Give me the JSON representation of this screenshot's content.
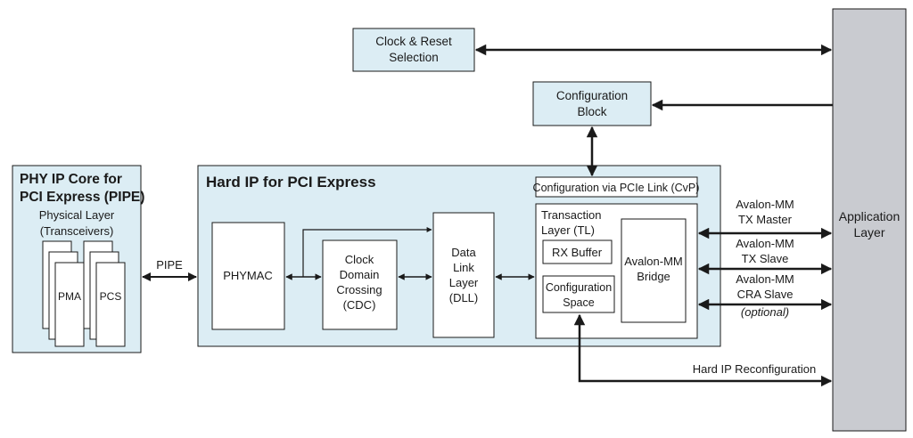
{
  "colors": {
    "light_blue": "#dcedf4",
    "gray_bar": "#c9cbd0",
    "stroke": "#1a1a1a",
    "white": "#ffffff"
  },
  "clock_reset": {
    "line1": "Clock & Reset",
    "line2": "Selection"
  },
  "config_block": {
    "line1": "Configuration",
    "line2": "Block"
  },
  "phy_core": {
    "title_line1": "PHY IP Core for",
    "title_line2": "PCI Express (PIPE)",
    "sub_line1": "Physical Layer",
    "sub_line2": "(Transceivers)",
    "pma": "PMA",
    "pcs": "PCS"
  },
  "pipe_label": "PIPE",
  "hard_ip": {
    "title": "Hard IP for PCI Express",
    "cvp": "Configuration via PCIe Link (CvP)",
    "phymac": "PHYMAC",
    "cdc": {
      "line1": "Clock",
      "line2": "Domain",
      "line3": "Crossing",
      "line4": "(CDC)"
    },
    "dll": {
      "line1": "Data",
      "line2": "Link",
      "line3": "Layer",
      "line4": "(DLL)"
    },
    "tl": {
      "line1": "Transaction",
      "line2": "Layer (TL)",
      "rx_buffer": "RX Buffer",
      "config_space_line1": "Configuration",
      "config_space_line2": "Space",
      "bridge_line1": "Avalon-MM",
      "bridge_line2": "Bridge"
    }
  },
  "interfaces": {
    "tx_master_line1": "Avalon-MM",
    "tx_master_line2": "TX Master",
    "tx_slave_line1": "Avalon-MM",
    "tx_slave_line2": "TX Slave",
    "cra_slave_line1": "Avalon-MM",
    "cra_slave_line2": "CRA Slave",
    "cra_optional": "(optional)",
    "reconfig": "Hard IP Reconfiguration"
  },
  "app_layer": {
    "line1": "Application",
    "line2": "Layer"
  }
}
